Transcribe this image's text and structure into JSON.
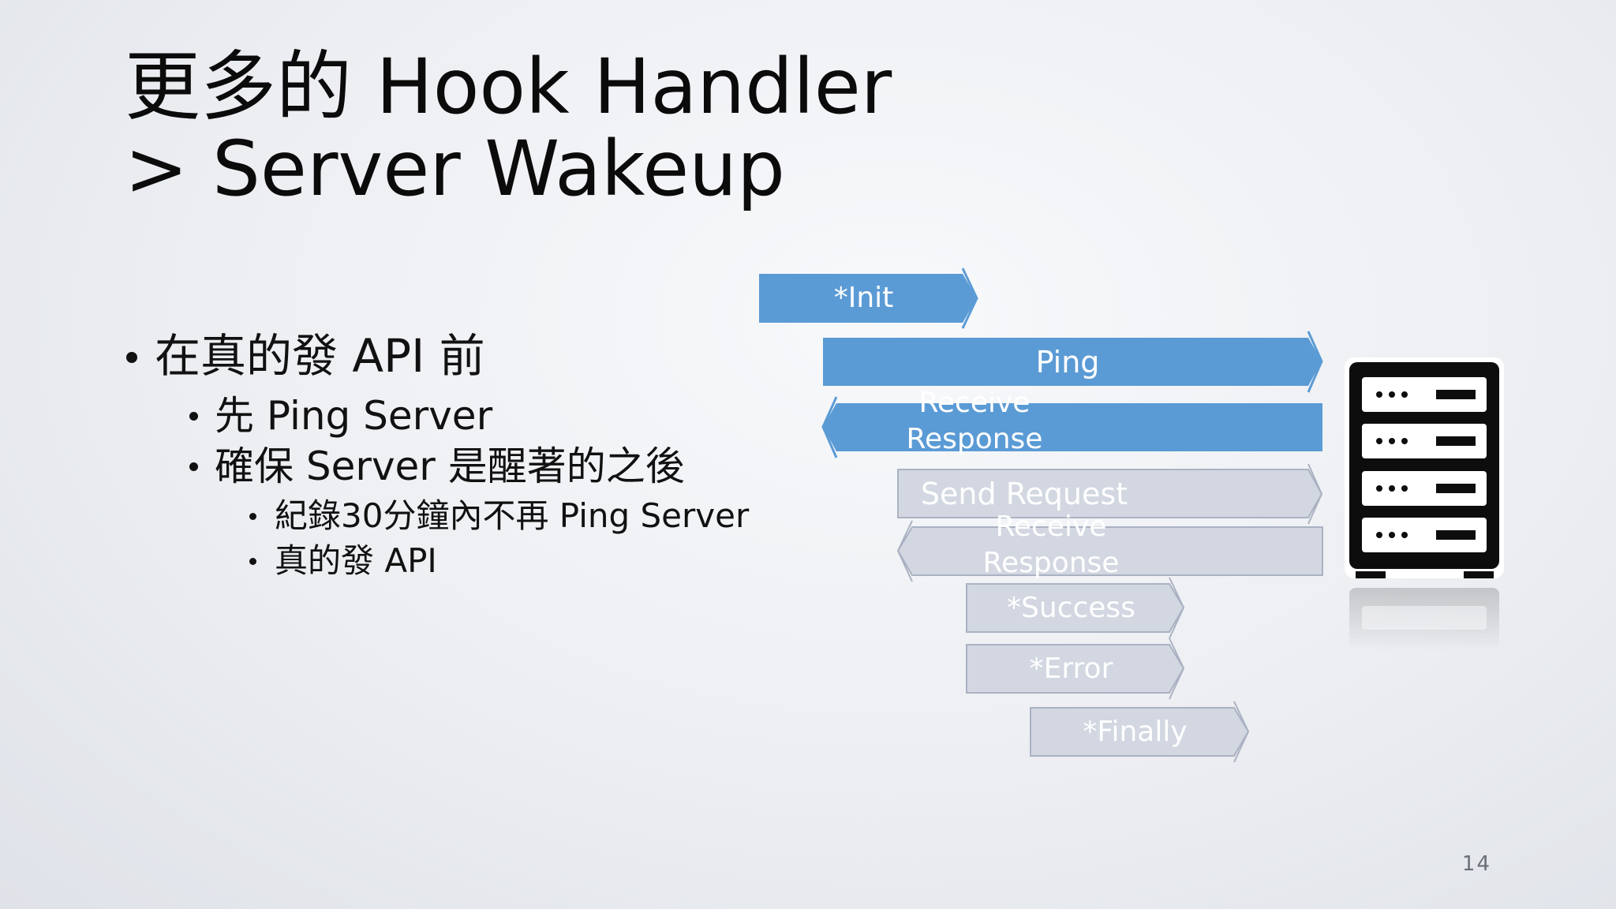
{
  "slide": {
    "title_line1": "更多的 Hook Handler",
    "title_line2": "> Server Wakeup",
    "bullets": {
      "b1": "在真的發 API 前",
      "b1_1": "先 Ping Server",
      "b1_2": "確保 Server 是醒著的之後",
      "b1_2_1": "紀錄30分鐘內不再 Ping Server",
      "b1_2_2": "真的發 API"
    },
    "page_number": "14"
  },
  "diagram": {
    "init": "*Init",
    "ping": "Ping",
    "receive_response_1": "Receive Response",
    "send_request": "Send Request",
    "receive_response_2": "Receive Response",
    "success": "*Success",
    "error": "*Error",
    "finally": "*Finally",
    "server_icon": "server-rack-icon"
  },
  "colors": {
    "active_arrow": "#5b9bd5",
    "inactive_arrow": "#d2d7e1",
    "inactive_stroke": "#aab2c2",
    "title_text": "#0b0b0b",
    "page_number": "#6b6f76"
  }
}
